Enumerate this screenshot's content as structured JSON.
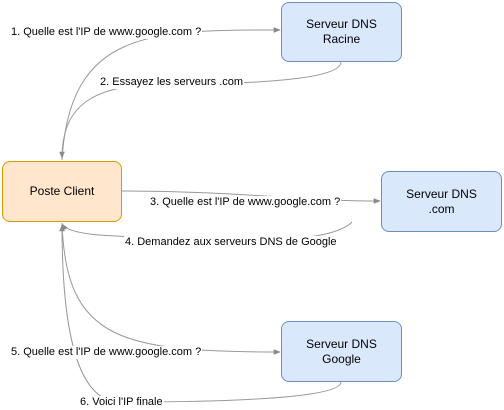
{
  "nodes": {
    "client": "Poste Client",
    "root": "Serveur DNS\nRacine",
    "com": "Serveur DNS\n.com",
    "google": "Serveur DNS\nGoogle"
  },
  "edges": [
    "1. Quelle est l'IP de www.google.com ?",
    "2. Essayez les serveurs .com",
    "3. Quelle est l'IP de www.google.com ?",
    "4. Demandez aux serveurs DNS de Google",
    "5. Quelle est l'IP de www.google.com ?",
    "6. Voici l'IP finale"
  ],
  "colors": {
    "server_fill": "#dae8fc",
    "server_stroke": "#6c8ebf",
    "client_fill": "#ffe6cc",
    "client_stroke": "#d79b00",
    "edge": "#999999"
  }
}
